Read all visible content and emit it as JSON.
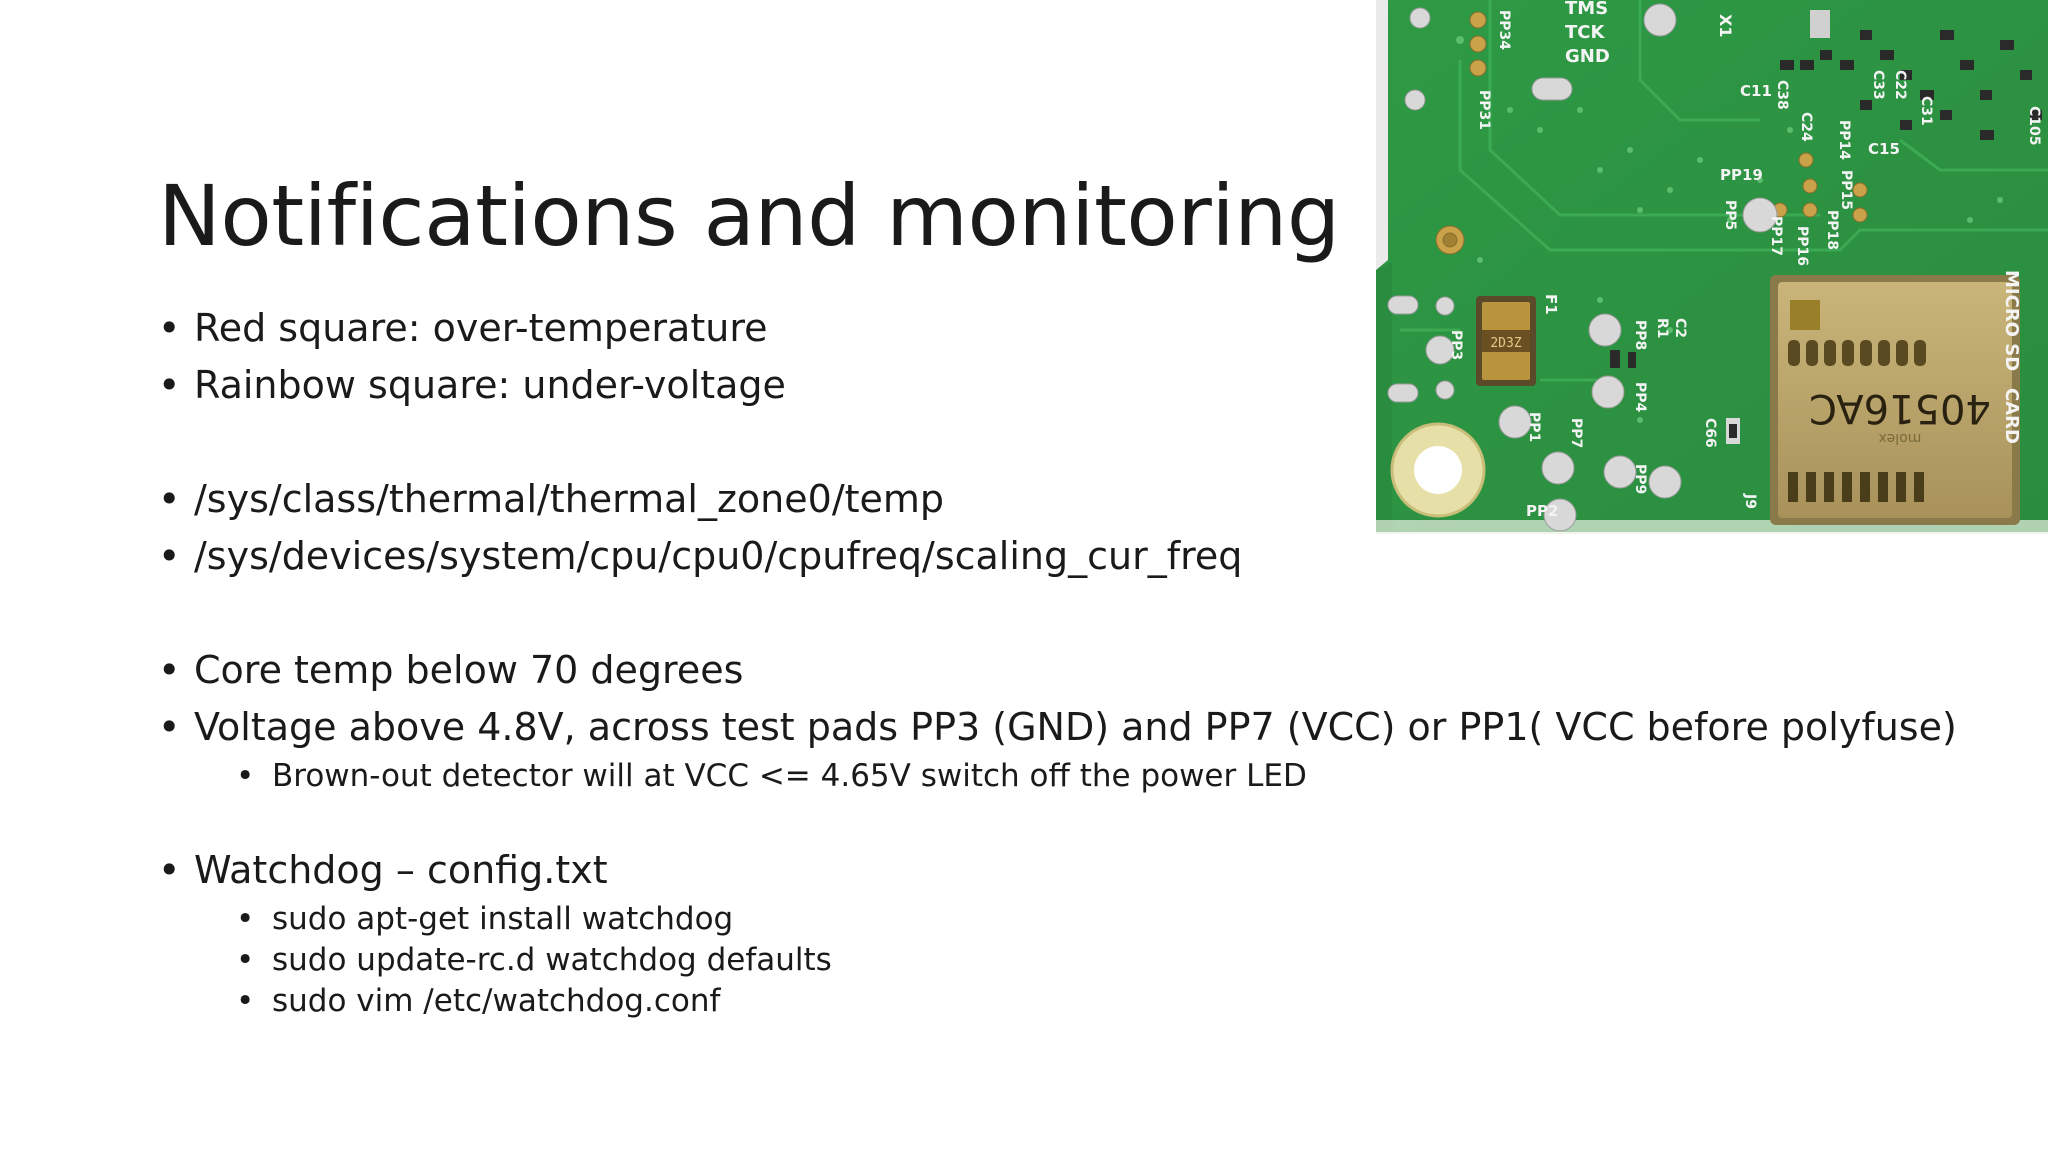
{
  "slide": {
    "title": "Notifications and monitoring",
    "groups": [
      {
        "items": [
          {
            "text": "Red square: over-temperature"
          },
          {
            "text": "Rainbow square: under-voltage"
          }
        ]
      },
      {
        "items": [
          {
            "text": "/sys/class/thermal/thermal_zone0/temp"
          },
          {
            "text": "/sys/devices/system/cpu/cpu0/cpufreq/scaling_cur_freq"
          }
        ]
      },
      {
        "items": [
          {
            "text": "Core temp below 70 degrees"
          },
          {
            "text": "Voltage above 4.8V, across test pads PP3 (GND) and PP7 (VCC) or PP1( VCC before polyfuse)",
            "subitems": [
              "Brown-out detector will at VCC <= 4.65V switch off the power LED"
            ]
          }
        ]
      },
      {
        "items": [
          {
            "text": "Watchdog – config.txt",
            "subitems": [
              "sudo apt-get install watchdog",
              "sudo update-rc.d watchdog defaults",
              "sudo vim /etc/watchdog.conf"
            ]
          }
        ]
      }
    ]
  },
  "photo": {
    "board_labels": {
      "pp1": "PP1",
      "pp2": "PP2",
      "pp3": "PP3",
      "pp4": "PP4",
      "pp5": "PP5",
      "pp7": "PP7",
      "pp8": "PP8",
      "pp9": "PP9",
      "pp14": "PP14",
      "pp15": "PP15",
      "pp16": "PP16",
      "pp17": "PP17",
      "pp18": "PP18",
      "pp19": "PP19",
      "pp31": "PP31",
      "pp34": "PP34",
      "tms": "TMS",
      "tck": "TCK",
      "gnd": "GND",
      "f1": "F1",
      "r1": "R1",
      "c2": "C2",
      "c66": "C66",
      "j9": "J9",
      "x1": "X1",
      "c11": "C11",
      "c38": "C38",
      "c24": "C24",
      "c15": "C15",
      "c22": "C22",
      "c33": "C33",
      "c31": "C31",
      "c105": "C105",
      "fuse_code": "2D3Z",
      "sd_label_1": "MICRO SD",
      "sd_label_2": "CARD",
      "sd_code": "40516AC",
      "sd_brand": "molex"
    },
    "colors": {
      "pcb": "#2f9a45",
      "pcb_dark": "#247a37",
      "pad_gold": "#c9a24a",
      "pad_silver": "#d8d8d8",
      "sd_metal": "#b8a46a"
    }
  }
}
